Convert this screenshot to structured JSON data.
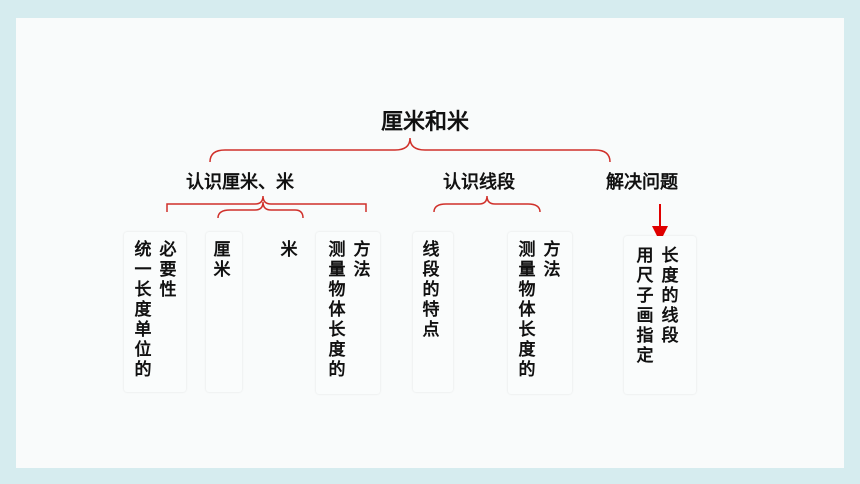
{
  "title": "厘米和米",
  "branches": {
    "recognize_cm_m": "认识厘米、米",
    "recognize_segment": "认识线段",
    "solve_problem": "解决问题"
  },
  "leaves": {
    "unify_col1": "必要性",
    "unify_col2": "统一长度单位的",
    "cm": "厘米",
    "m": "米",
    "measure1_col1": "方法",
    "measure1_col2": "测量物体长度的",
    "segment_features": "线段的特点",
    "measure2_col1": "方法",
    "measure2_col2": "测量物体长度的",
    "draw_col1": "长度的线段",
    "draw_col2": "用尺子画指定"
  },
  "colors": {
    "brace": "#d0302a",
    "arrow": "#e00000",
    "background": "#d6ecef"
  }
}
